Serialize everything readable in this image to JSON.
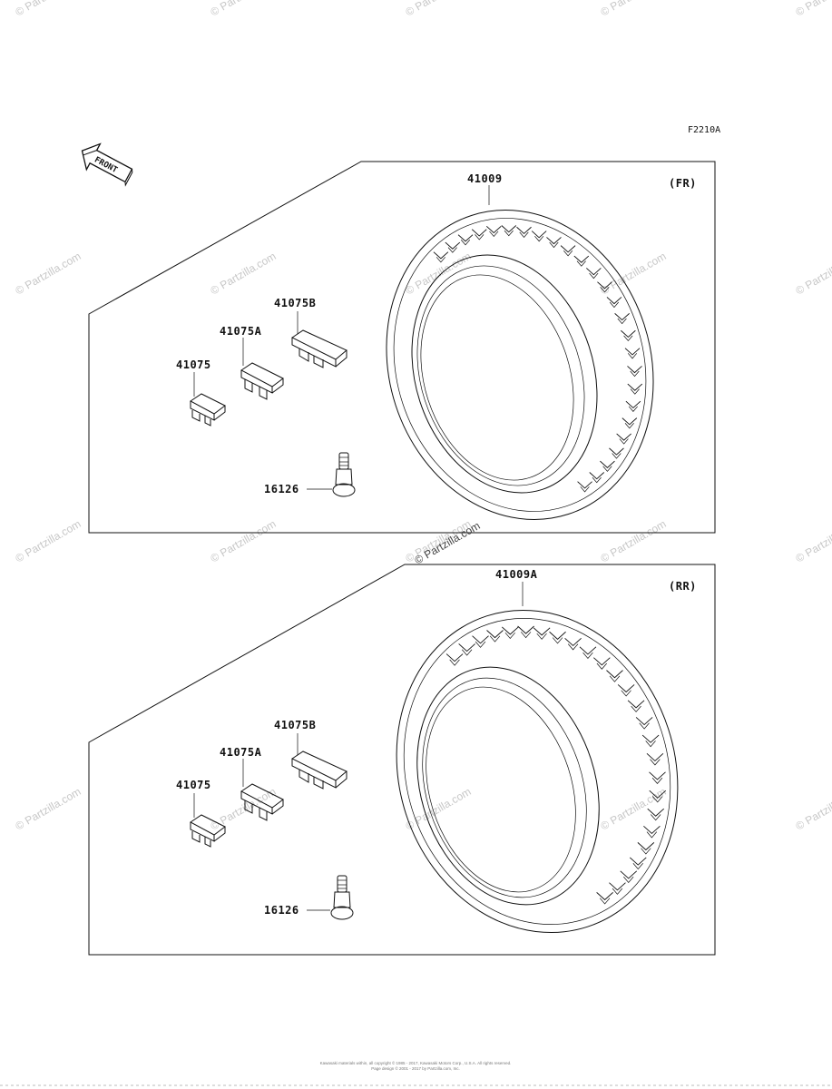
{
  "figure_code": "F2210A",
  "front_arrow_label": "FRONT",
  "watermark_text": "© Partzilla.com",
  "sections": [
    {
      "position_label": "(FR)",
      "tire_part": "41009",
      "weights": [
        "41075B",
        "41075A",
        "41075"
      ],
      "valve_part": "16126"
    },
    {
      "position_label": "(RR)",
      "tire_part": "41009A",
      "weights": [
        "41075B",
        "41075A",
        "41075"
      ],
      "valve_part": "16126"
    }
  ],
  "footer": {
    "line1": "Kawasaki materials within, all copyright © 1985 - 2017, Kawasaki Motors Corp., U.S.A. All rights reserved.",
    "line2": "Page design © 2001 - 2017 by Partzilla.com, Inc."
  }
}
